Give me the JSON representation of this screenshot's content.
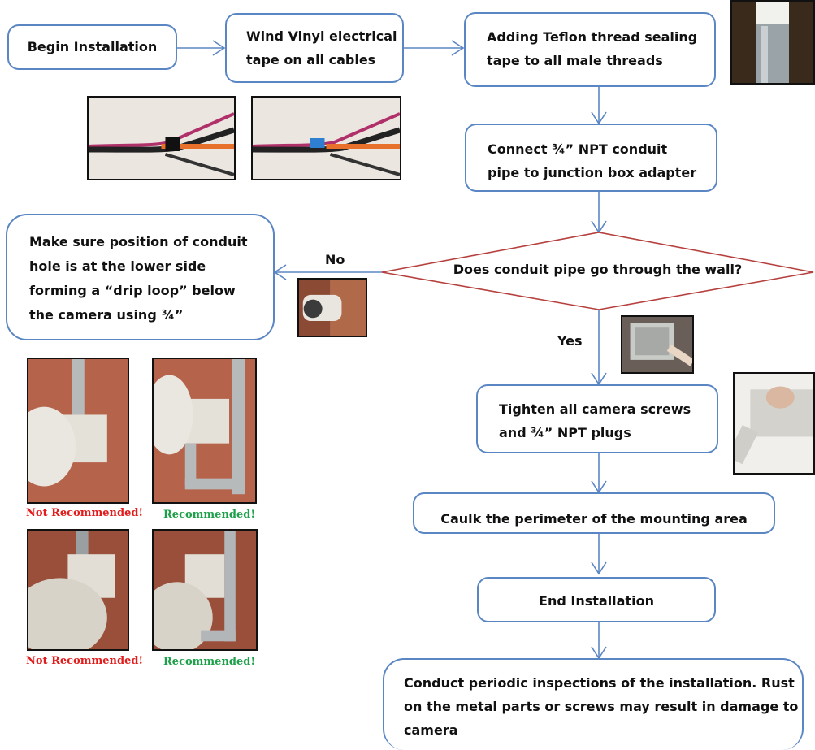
{
  "nodes": {
    "begin": "Begin Installation",
    "wind": [
      "Wind Vinyl electrical",
      "tape on all cables"
    ],
    "teflon": [
      "Adding Teflon thread sealing",
      "tape to all male threads"
    ],
    "connect": [
      "Connect ¾” NPT conduit",
      "pipe to junction box adapter"
    ],
    "decision": "Does conduit pipe go through the wall?",
    "drip": [
      "Make sure position of conduit",
      "hole is at the lower side",
      "forming a “drip loop” below",
      "the camera using ¾”"
    ],
    "tighten": [
      "Tighten all camera screws",
      "and ¾” NPT plugs"
    ],
    "caulk": "Caulk the perimeter of the mounting area",
    "end": "End Installation",
    "inspect": [
      "Conduct periodic inspections of the installation. Rust",
      "on the metal parts or screws may result in damage to",
      "camera"
    ]
  },
  "edge_labels": {
    "no": "No",
    "yes": "Yes"
  },
  "captions": {
    "not_recommended": "Not Recommended!",
    "recommended": "Recommended!"
  },
  "colors": {
    "box_border": "#5b86c4",
    "arrow": "#5b86c4",
    "decision_border": "#b5403d",
    "not_recommended": "#e31b1b",
    "recommended": "#1ea04a"
  }
}
